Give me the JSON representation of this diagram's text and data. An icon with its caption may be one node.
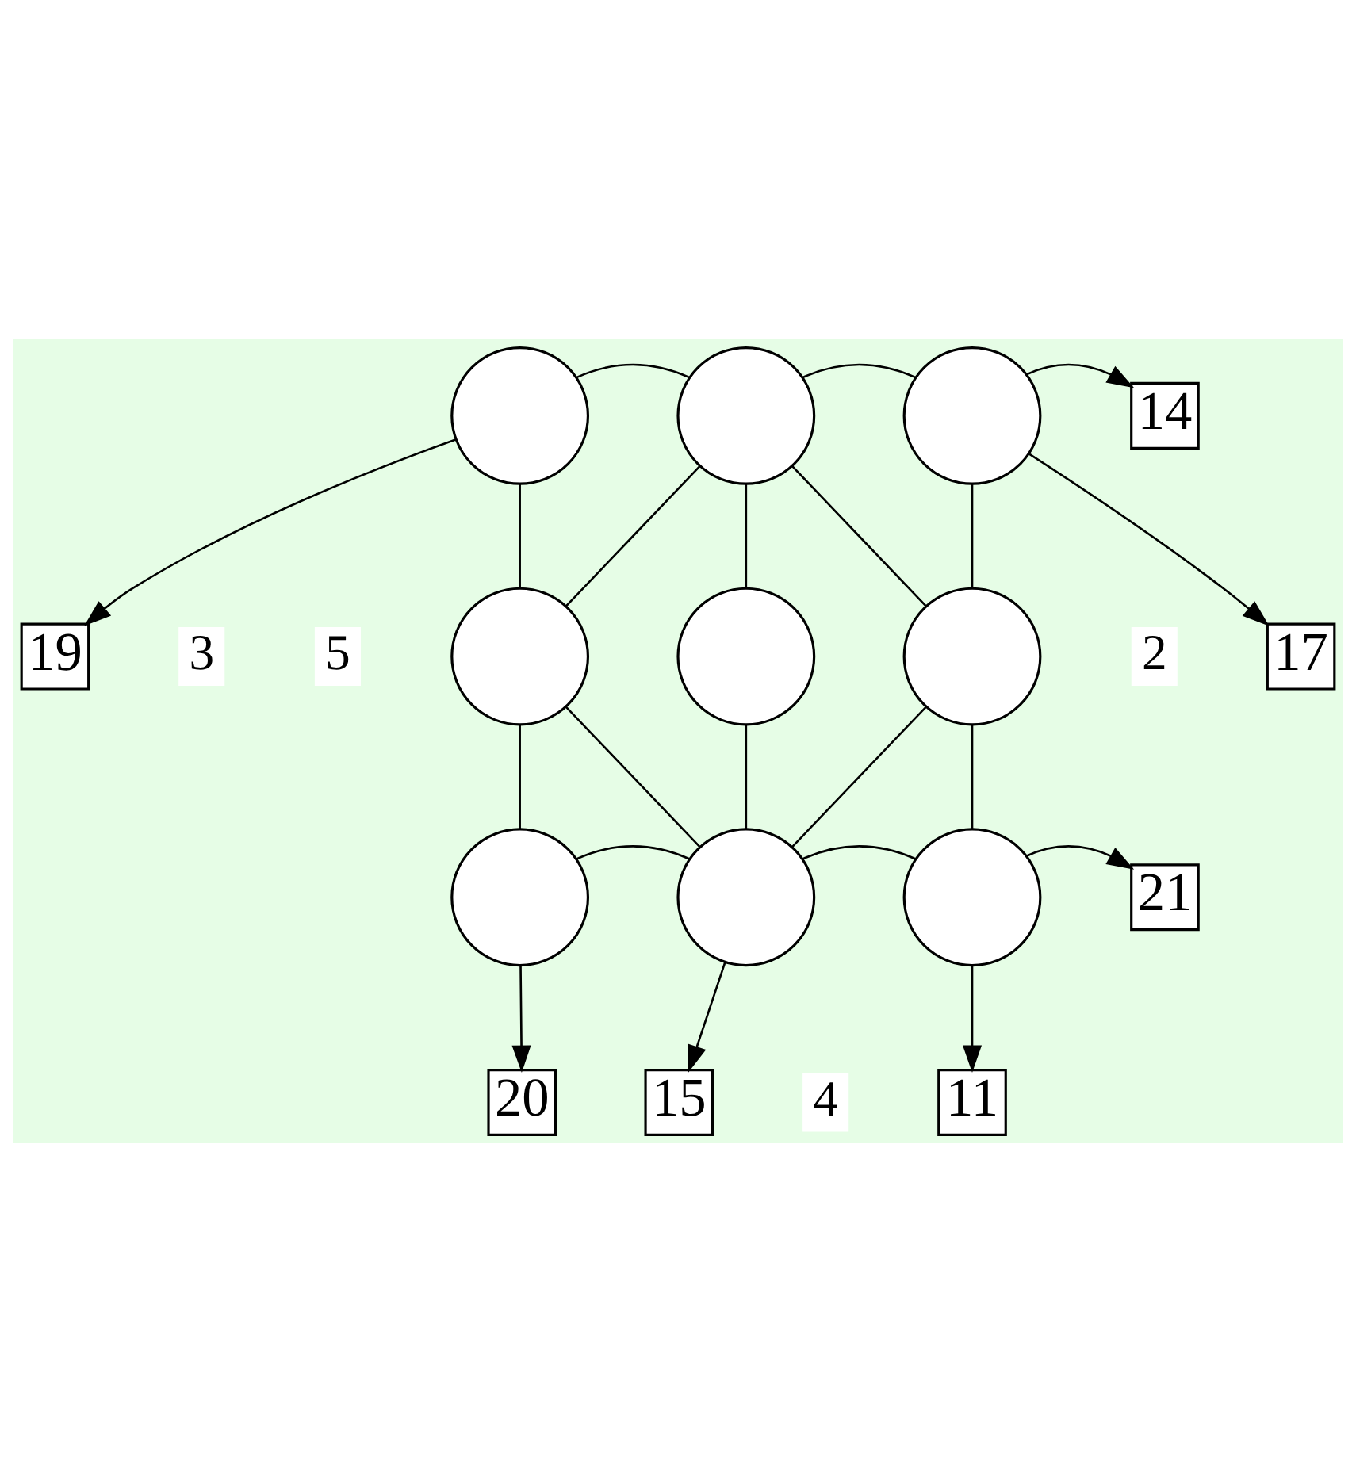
{
  "diagram": {
    "nodes": [
      {
        "text": [
          "19"
        ]
      },
      {
        "text": [
          "17"
        ]
      },
      {
        "text": [],
        "shape": "circle"
      },
      {
        "text": [],
        "shape": "circle"
      },
      {
        "text": [],
        "shape": "circle"
      },
      {
        "text": [
          "14"
        ]
      },
      {
        "text": [],
        "shape": "circle"
      },
      {
        "text": [],
        "shape": "circle"
      },
      {
        "text": [],
        "shape": "circle"
      },
      {
        "text": [],
        "shape": "circle"
      },
      {
        "text": [],
        "shape": "circle"
      },
      {
        "text": [],
        "shape": "circle"
      },
      {
        "text": [
          "21"
        ]
      },
      {
        "text": [
          "20"
        ]
      },
      {
        "text": [
          "11"
        ]
      },
      {
        "text": [
          "15"
        ]
      }
    ],
    "edges": [
      {
        "from": 2,
        "to": 3,
        "arrow": "none"
      },
      {
        "from": 3,
        "to": 4,
        "arrow": "none"
      },
      {
        "from": 2,
        "to": 6,
        "arrow": "none"
      },
      {
        "from": 3,
        "to": 6,
        "arrow": "none"
      },
      {
        "from": 3,
        "to": 7,
        "arrow": "none"
      },
      {
        "from": 3,
        "to": 8,
        "arrow": "none"
      },
      {
        "from": 4,
        "to": 8,
        "arrow": "none"
      },
      {
        "from": 6,
        "to": 9,
        "arrow": "none"
      },
      {
        "from": 6,
        "to": 10,
        "arrow": "none"
      },
      {
        "from": 7,
        "to": 10,
        "arrow": "none"
      },
      {
        "from": 8,
        "to": 10,
        "arrow": "none"
      },
      {
        "from": 8,
        "to": 11,
        "arrow": "none"
      },
      {
        "from": 9,
        "to": 10,
        "arrow": "none"
      },
      {
        "from": 10,
        "to": 11,
        "arrow": "none"
      },
      {
        "from": 2,
        "to": 0,
        "arrow": "to"
      },
      {
        "from": 4,
        "to": 1,
        "arrow": "to"
      },
      {
        "from": 4,
        "to": 5,
        "arrow": "to"
      },
      {
        "from": 11,
        "to": 12,
        "arrow": "to"
      },
      {
        "from": 11,
        "to": 14,
        "arrow": "to"
      },
      {
        "from": 10,
        "to": 15,
        "arrow": "to"
      },
      {
        "from": 9,
        "to": 13,
        "arrow": "to"
      }
    ],
    "labels": [
      "3",
      "5",
      "2",
      "4"
    ]
  }
}
